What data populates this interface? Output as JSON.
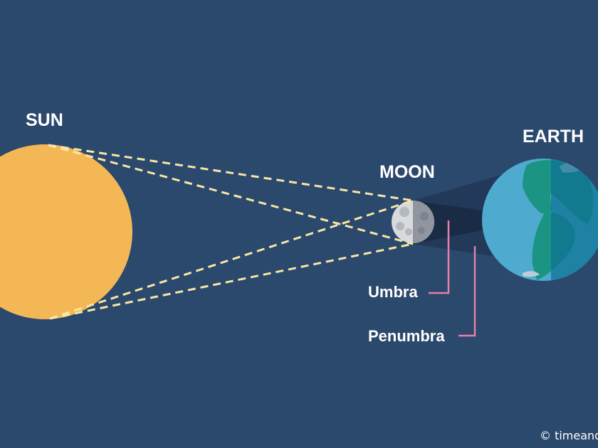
{
  "labels": {
    "sun": "SUN",
    "moon": "MOON",
    "earth": "EARTH",
    "umbra": "Umbra",
    "penumbra": "Penumbra"
  },
  "credit": "© timeand",
  "colors": {
    "background": "#2b486d",
    "sun": "#f3b855",
    "moon_light": "#d9dadc",
    "moon_dark": "#8f96a0",
    "earth_ocean": "#5ccbf2",
    "earth_land": "#1cae94",
    "earth_night": "#0e6c8e",
    "penumbra": "#22395a",
    "umbra": "#1a2b45",
    "light_rays": "#f8e6a6",
    "leader_lines": "#e880a8"
  }
}
